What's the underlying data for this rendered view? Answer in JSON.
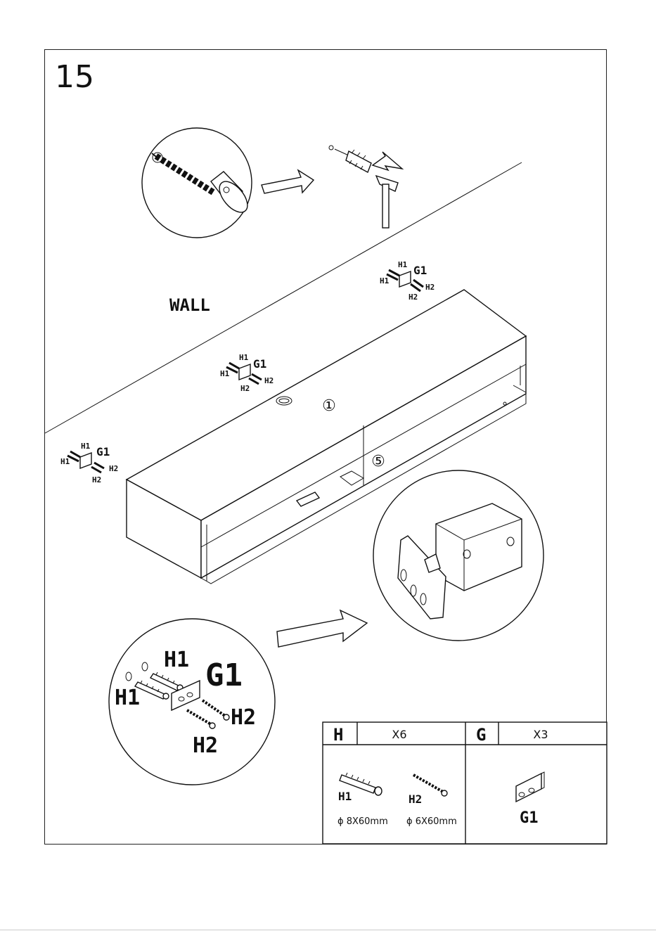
{
  "step": {
    "number": "15"
  },
  "wall": {
    "label": "WALL"
  },
  "callouts": {
    "top": {
      "h1a": "H1",
      "h1b": "H1",
      "g1": "G1",
      "h2a": "H2",
      "h2b": "H2"
    },
    "middle": {
      "h1a": "H1",
      "h1b": "H1",
      "g1": "G1",
      "h2a": "H2",
      "h2b": "H2"
    },
    "left": {
      "h1a": "H1",
      "h1b": "H1",
      "g1": "G1",
      "h2a": "H2",
      "h2b": "H2"
    },
    "zoom": {
      "h1a": "H1",
      "h1b": "H1",
      "g1": "G1",
      "h2a": "H2",
      "h2b": "H2"
    }
  },
  "part_markers": {
    "panel": "①",
    "shelf": "⑤"
  },
  "parts_table": {
    "h": {
      "letter": "H",
      "qty": "X6",
      "items": [
        {
          "name": "H1",
          "size": "ϕ 8X60mm"
        },
        {
          "name": "H2",
          "size": "ϕ 6X60mm"
        }
      ]
    },
    "g": {
      "letter": "G",
      "qty": "X3",
      "items": [
        {
          "name": "G1"
        }
      ]
    }
  }
}
